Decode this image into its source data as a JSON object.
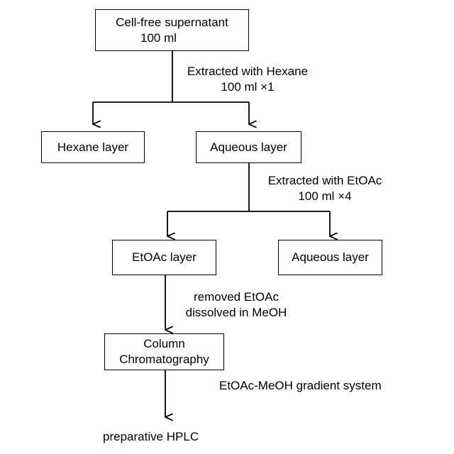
{
  "boxes": {
    "supernatant": {
      "line1": "Cell-free supernatant",
      "line2": "100 ml"
    },
    "hexane_layer": "Hexane layer",
    "aqueous_layer_1": "Aqueous layer",
    "etoac_layer": "EtOAc layer",
    "aqueous_layer_2": "Aqueous layer",
    "column": {
      "line1": "Column",
      "line2": "Chromatography"
    }
  },
  "steps": {
    "hexane": {
      "line1": "Extracted with Hexane",
      "line2": "100 ml ×1"
    },
    "etoac": {
      "line1": "Extracted with EtOAc",
      "line2": "100 ml ×4"
    },
    "removed": {
      "line1": "removed EtOAc",
      "line2": "dissolved in MeOH"
    },
    "gradient": "EtOAc-MeOH gradient system"
  },
  "final": "preparative HPLC"
}
